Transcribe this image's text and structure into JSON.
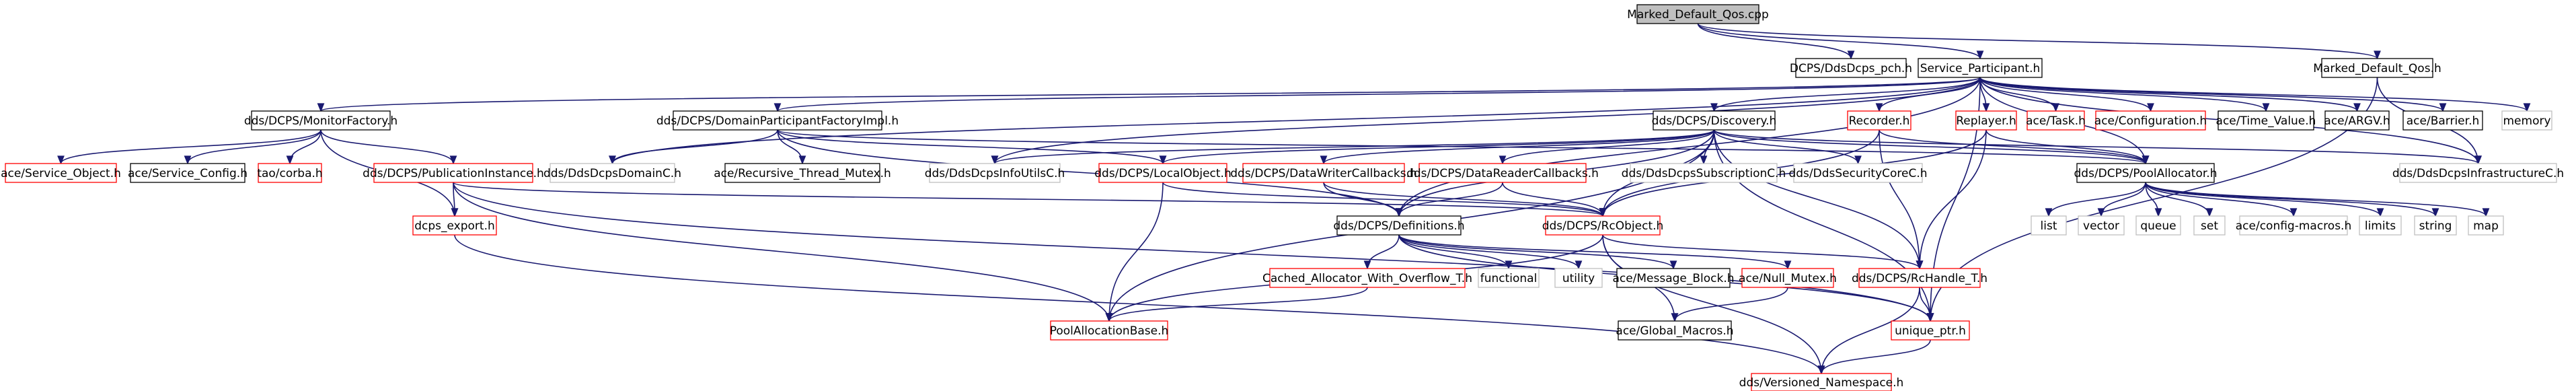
{
  "graph": {
    "nodes": [
      {
        "id": "root",
        "label": "Marked_Default_Qos.cpp",
        "style": "root",
        "row": 0,
        "col": 0
      },
      {
        "id": "pch",
        "label": "DCPS/DdsDcps_pch.h",
        "style": "black",
        "row": 1,
        "col": 0
      },
      {
        "id": "sp",
        "label": "Service_Participant.h",
        "style": "black",
        "row": 1,
        "col": 1
      },
      {
        "id": "mdqh",
        "label": "Marked_Default_Qos.h",
        "style": "black",
        "row": 1,
        "col": 2
      },
      {
        "id": "mf",
        "label": "dds/DCPS/MonitorFactory.h",
        "style": "black",
        "row": 2,
        "col": 0
      },
      {
        "id": "dpfi",
        "label": "dds/DCPS/DomainParticipantFactoryImpl.h",
        "style": "black",
        "row": 2,
        "col": 1
      },
      {
        "id": "disc",
        "label": "dds/DCPS/Discovery.h",
        "style": "black",
        "row": 2,
        "col": 2
      },
      {
        "id": "rec",
        "label": "Recorder.h",
        "style": "red",
        "row": 2,
        "col": 3
      },
      {
        "id": "rep",
        "label": "Replayer.h",
        "style": "red",
        "row": 2,
        "col": 4
      },
      {
        "id": "task",
        "label": "ace/Task.h",
        "style": "red",
        "row": 2,
        "col": 5
      },
      {
        "id": "conf",
        "label": "ace/Configuration.h",
        "style": "red",
        "row": 2,
        "col": 6
      },
      {
        "id": "tv",
        "label": "ace/Time_Value.h",
        "style": "black",
        "row": 2,
        "col": 7
      },
      {
        "id": "argv",
        "label": "ace/ARGV.h",
        "style": "black",
        "row": 2,
        "col": 8
      },
      {
        "id": "barrier",
        "label": "ace/Barrier.h",
        "style": "black",
        "row": 2,
        "col": 9
      },
      {
        "id": "memory",
        "label": "memory",
        "style": "grey",
        "row": 2,
        "col": 10
      },
      {
        "id": "so",
        "label": "ace/Service_Object.h",
        "style": "red",
        "row": 3,
        "col": 0
      },
      {
        "id": "sc",
        "label": "ace/Service_Config.h",
        "style": "black",
        "row": 3,
        "col": 1
      },
      {
        "id": "corba",
        "label": "tao/corba.h",
        "style": "red",
        "row": 3,
        "col": 2
      },
      {
        "id": "pi",
        "label": "dds/DCPS/PublicationInstance.h",
        "style": "red",
        "row": 3,
        "col": 3
      },
      {
        "id": "ddc",
        "label": "dds/DdsDcpsDomainC.h",
        "style": "grey",
        "row": 3,
        "col": 4
      },
      {
        "id": "rtm",
        "label": "ace/Recursive_Thread_Mutex.h",
        "style": "black",
        "row": 3,
        "col": 5
      },
      {
        "id": "diuc",
        "label": "dds/DdsDcpsInfoUtilsC.h",
        "style": "grey",
        "row": 3,
        "col": 6
      },
      {
        "id": "lo",
        "label": "dds/DCPS/LocalObject.h",
        "style": "red",
        "row": 3,
        "col": 7
      },
      {
        "id": "dwc",
        "label": "dds/DCPS/DataWriterCallbacks.h",
        "style": "red",
        "row": 3,
        "col": 8
      },
      {
        "id": "drc",
        "label": "dds/DCPS/DataReaderCallbacks.h",
        "style": "red",
        "row": 3,
        "col": 9
      },
      {
        "id": "dsub",
        "label": "dds/DdsDcpsSubscriptionC.h",
        "style": "grey",
        "row": 3,
        "col": 10
      },
      {
        "id": "dsec",
        "label": "dds/DdsSecurityCoreC.h",
        "style": "grey",
        "row": 3,
        "col": 11
      },
      {
        "id": "pa",
        "label": "dds/DCPS/PoolAllocator.h",
        "style": "black",
        "row": 3,
        "col": 12
      },
      {
        "id": "dinf",
        "label": "dds/DdsDcpsInfrastructureC.h",
        "style": "grey",
        "row": 3,
        "col": 13
      },
      {
        "id": "dexp",
        "label": "dcps_export.h",
        "style": "red",
        "row": 4,
        "col": 0
      },
      {
        "id": "defs",
        "label": "dds/DCPS/Definitions.h",
        "style": "black",
        "row": 4,
        "col": 1
      },
      {
        "id": "rco",
        "label": "dds/DCPS/RcObject.h",
        "style": "red",
        "row": 4,
        "col": 2
      },
      {
        "id": "list",
        "label": "list",
        "style": "grey",
        "row": 4,
        "col": 3
      },
      {
        "id": "vector",
        "label": "vector",
        "style": "grey",
        "row": 4,
        "col": 4
      },
      {
        "id": "queue",
        "label": "queue",
        "style": "grey",
        "row": 4,
        "col": 5
      },
      {
        "id": "set",
        "label": "set",
        "style": "grey",
        "row": 4,
        "col": 6
      },
      {
        "id": "acm",
        "label": "ace/config-macros.h",
        "style": "grey",
        "row": 4,
        "col": 7
      },
      {
        "id": "limits",
        "label": "limits",
        "style": "grey",
        "row": 4,
        "col": 8
      },
      {
        "id": "string",
        "label": "string",
        "style": "grey",
        "row": 4,
        "col": 9
      },
      {
        "id": "map",
        "label": "map",
        "style": "grey",
        "row": 4,
        "col": 10
      },
      {
        "id": "cao",
        "label": "Cached_Allocator_With_Overflow_T.h",
        "style": "red",
        "row": 5,
        "col": 0
      },
      {
        "id": "func",
        "label": "functional",
        "style": "grey",
        "row": 5,
        "col": 1
      },
      {
        "id": "util",
        "label": "utility",
        "style": "grey",
        "row": 5,
        "col": 2
      },
      {
        "id": "mb",
        "label": "ace/Message_Block.h",
        "style": "black",
        "row": 5,
        "col": 3
      },
      {
        "id": "nm",
        "label": "ace/Null_Mutex.h",
        "style": "red",
        "row": 5,
        "col": 4
      },
      {
        "id": "rch",
        "label": "dds/DCPS/RcHandle_T.h",
        "style": "red",
        "row": 5,
        "col": 5
      },
      {
        "id": "pab",
        "label": "PoolAllocationBase.h",
        "style": "red",
        "row": 6,
        "col": 0
      },
      {
        "id": "gm",
        "label": "ace/Global_Macros.h",
        "style": "black",
        "row": 6,
        "col": 1
      },
      {
        "id": "up",
        "label": "unique_ptr.h",
        "style": "red",
        "row": 6,
        "col": 2
      },
      {
        "id": "vn",
        "label": "dds/Versioned_Namespace.h",
        "style": "red",
        "row": 7,
        "col": 0
      }
    ],
    "edges": [
      [
        "root",
        "pch"
      ],
      [
        "root",
        "sp"
      ],
      [
        "root",
        "mdqh"
      ],
      [
        "mdqh",
        "dinf"
      ],
      [
        "mdqh",
        "up"
      ],
      [
        "sp",
        "mf"
      ],
      [
        "sp",
        "dpfi"
      ],
      [
        "sp",
        "disc"
      ],
      [
        "sp",
        "rec"
      ],
      [
        "sp",
        "rep"
      ],
      [
        "sp",
        "task"
      ],
      [
        "sp",
        "conf"
      ],
      [
        "sp",
        "tv"
      ],
      [
        "sp",
        "argv"
      ],
      [
        "sp",
        "barrier"
      ],
      [
        "sp",
        "memory"
      ],
      [
        "sp",
        "ddc"
      ],
      [
        "sp",
        "diuc"
      ],
      [
        "sp",
        "pa"
      ],
      [
        "sp",
        "dinf"
      ],
      [
        "sp",
        "defs"
      ],
      [
        "sp",
        "up"
      ],
      [
        "mf",
        "so"
      ],
      [
        "mf",
        "sc"
      ],
      [
        "mf",
        "corba"
      ],
      [
        "mf",
        "pi"
      ],
      [
        "mf",
        "dexp"
      ],
      [
        "pi",
        "dexp"
      ],
      [
        "pi",
        "rco"
      ],
      [
        "pi",
        "pab"
      ],
      [
        "pi",
        "up"
      ],
      [
        "dpfi",
        "ddc"
      ],
      [
        "dpfi",
        "rtm"
      ],
      [
        "dpfi",
        "defs"
      ],
      [
        "dpfi",
        "lo"
      ],
      [
        "dpfi",
        "pa"
      ],
      [
        "disc",
        "diuc"
      ],
      [
        "disc",
        "lo"
      ],
      [
        "disc",
        "dwc"
      ],
      [
        "disc",
        "drc"
      ],
      [
        "disc",
        "dsub"
      ],
      [
        "disc",
        "dsec"
      ],
      [
        "disc",
        "pa"
      ],
      [
        "disc",
        "dinf"
      ],
      [
        "disc",
        "rco"
      ],
      [
        "disc",
        "rch"
      ],
      [
        "disc",
        "up"
      ],
      [
        "disc",
        "pab"
      ],
      [
        "disc",
        "defs"
      ],
      [
        "rec",
        "pa"
      ],
      [
        "rec",
        "rco"
      ],
      [
        "rec",
        "rch"
      ],
      [
        "rep",
        "pa"
      ],
      [
        "rep",
        "rco"
      ],
      [
        "rep",
        "rch"
      ],
      [
        "lo",
        "rco"
      ],
      [
        "lo",
        "pab"
      ],
      [
        "dwc",
        "defs"
      ],
      [
        "dwc",
        "rco"
      ],
      [
        "drc",
        "defs"
      ],
      [
        "drc",
        "rco"
      ],
      [
        "pa",
        "list"
      ],
      [
        "pa",
        "vector"
      ],
      [
        "pa",
        "queue"
      ],
      [
        "pa",
        "set"
      ],
      [
        "pa",
        "acm"
      ],
      [
        "pa",
        "limits"
      ],
      [
        "pa",
        "string"
      ],
      [
        "pa",
        "map"
      ],
      [
        "defs",
        "cao"
      ],
      [
        "defs",
        "func"
      ],
      [
        "defs",
        "util"
      ],
      [
        "defs",
        "mb"
      ],
      [
        "defs",
        "nm"
      ],
      [
        "defs",
        "up"
      ],
      [
        "rco",
        "rch"
      ],
      [
        "rco",
        "gm"
      ],
      [
        "rco",
        "vn"
      ],
      [
        "rco",
        "pab"
      ],
      [
        "cao",
        "pab"
      ],
      [
        "nm",
        "gm"
      ],
      [
        "rch",
        "up"
      ],
      [
        "rch",
        "vn"
      ],
      [
        "up",
        "vn"
      ],
      [
        "dexp",
        "vn"
      ]
    ]
  },
  "colors": {
    "edge": "#191970",
    "box_black": "#000000",
    "box_red": "#ff0000",
    "box_grey": "#bfbfbf",
    "root_fill": "#bfbfbf",
    "fill": "#ffffff"
  }
}
